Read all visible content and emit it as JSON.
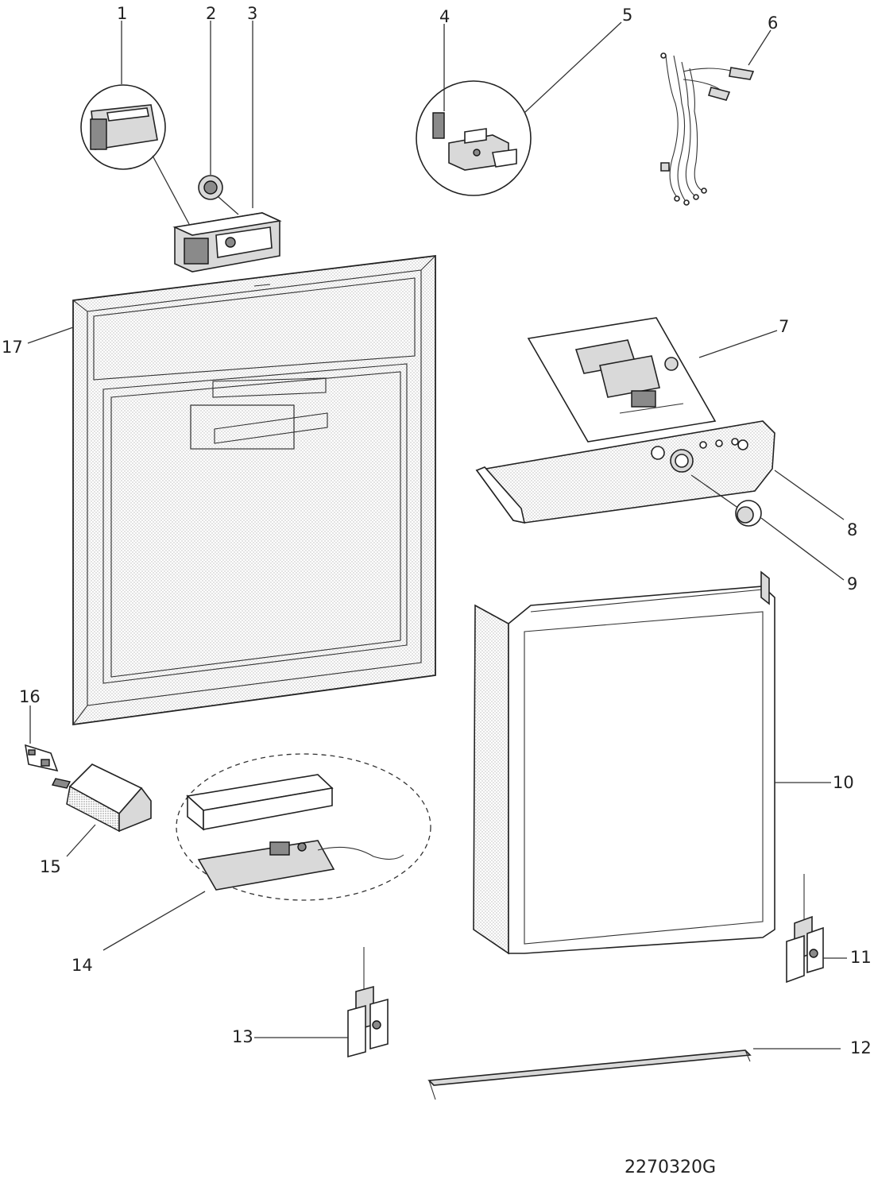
{
  "callouts": [
    "1",
    "2",
    "3",
    "4",
    "5",
    "6",
    "7",
    "8",
    "9",
    "10",
    "11",
    "12",
    "13",
    "14",
    "15",
    "16",
    "17"
  ],
  "diagram_code": "2270320G"
}
